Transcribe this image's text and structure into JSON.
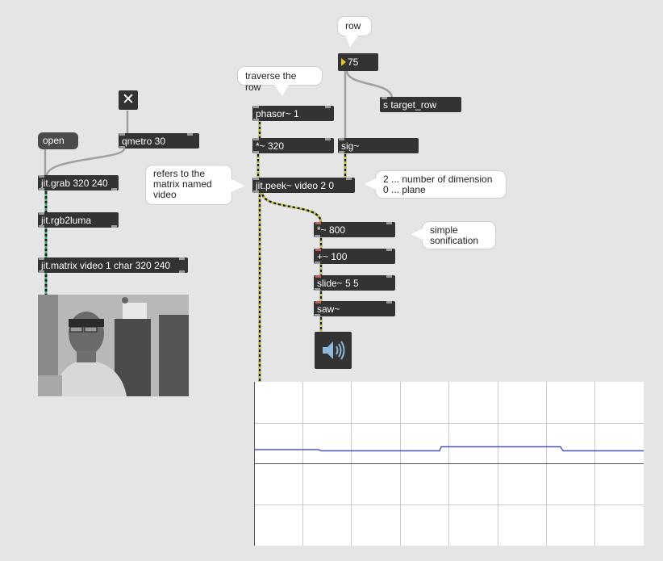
{
  "patch": {
    "toggle": {
      "symbol": "✕"
    },
    "messages": {
      "open": "open"
    },
    "objects": {
      "qmetro": "qmetro 30",
      "jit_grab": "jit.grab 320 240",
      "jit_rgb2luma": "jit.rgb2luma",
      "jit_matrix": "jit.matrix video 1 char 320 240",
      "phasor": "phasor~ 1",
      "mul_320": "*~ 320",
      "sig": "sig~",
      "s_target_row": "s target_row",
      "jit_peek": "jit.peek~ video 2 0",
      "mul_800": "*~ 800",
      "add_100": "+~ 100",
      "slide": "slide~ 5 5",
      "saw": "saw~"
    },
    "number_box": {
      "value": "75"
    },
    "comments": {
      "row": "row",
      "traverse": "traverse the row",
      "refers_line1": "refers to the",
      "refers_line2": "matrix named",
      "refers_line3": "video",
      "dim_line1": "2 ... number of dimension",
      "dim_line2": "0 ... plane",
      "sonif_line1": "simple",
      "sonif_line2": "sonification"
    },
    "speaker": {
      "icon": "speaker-icon"
    },
    "colors": {
      "object_bg": "#333333",
      "canvas_bg": "#e5e5e5",
      "signal_cord": "#c8c43a",
      "matrix_cord": "#3fae7a",
      "control_cord": "#a0a0a0",
      "scope_line": "#4a55b8"
    }
  }
}
